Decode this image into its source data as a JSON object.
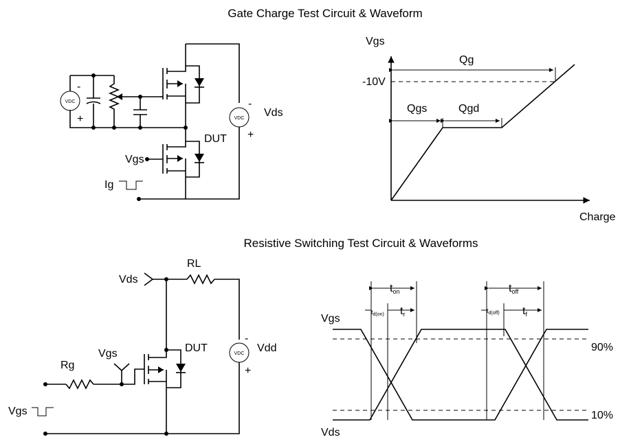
{
  "titles": {
    "gate_charge": "Gate Charge Test Circuit & Waveform",
    "resistive": "Resistive Switching Test Circuit & Waveforms"
  },
  "gate_circuit": {
    "source_label": "VDC",
    "minus": "-",
    "plus": "+",
    "vds": "Vds",
    "dut": "DUT",
    "vgs": "Vgs",
    "ig": "Ig"
  },
  "gate_waveform": {
    "y_axis": "Vgs",
    "x_axis": "Charge",
    "level": "-10V",
    "qg": "Qg",
    "qgs": "Qgs",
    "qgd": "Qgd"
  },
  "resistive_circuit": {
    "vds": "Vds",
    "rl": "RL",
    "vgs": "Vgs",
    "dut": "DUT",
    "rg": "Rg",
    "vgs_pulse": "Vgs",
    "source_label": "VDC",
    "vdd": "Vdd",
    "minus": "-",
    "plus": "+"
  },
  "resistive_waveform": {
    "vgs": "Vgs",
    "vds": "Vds",
    "p90": "90%",
    "p10": "10%",
    "t": "t",
    "on": "on",
    "off": "off",
    "d_on": "d(on)",
    "d_off": "d(off)",
    "r": "r",
    "f": "f"
  }
}
